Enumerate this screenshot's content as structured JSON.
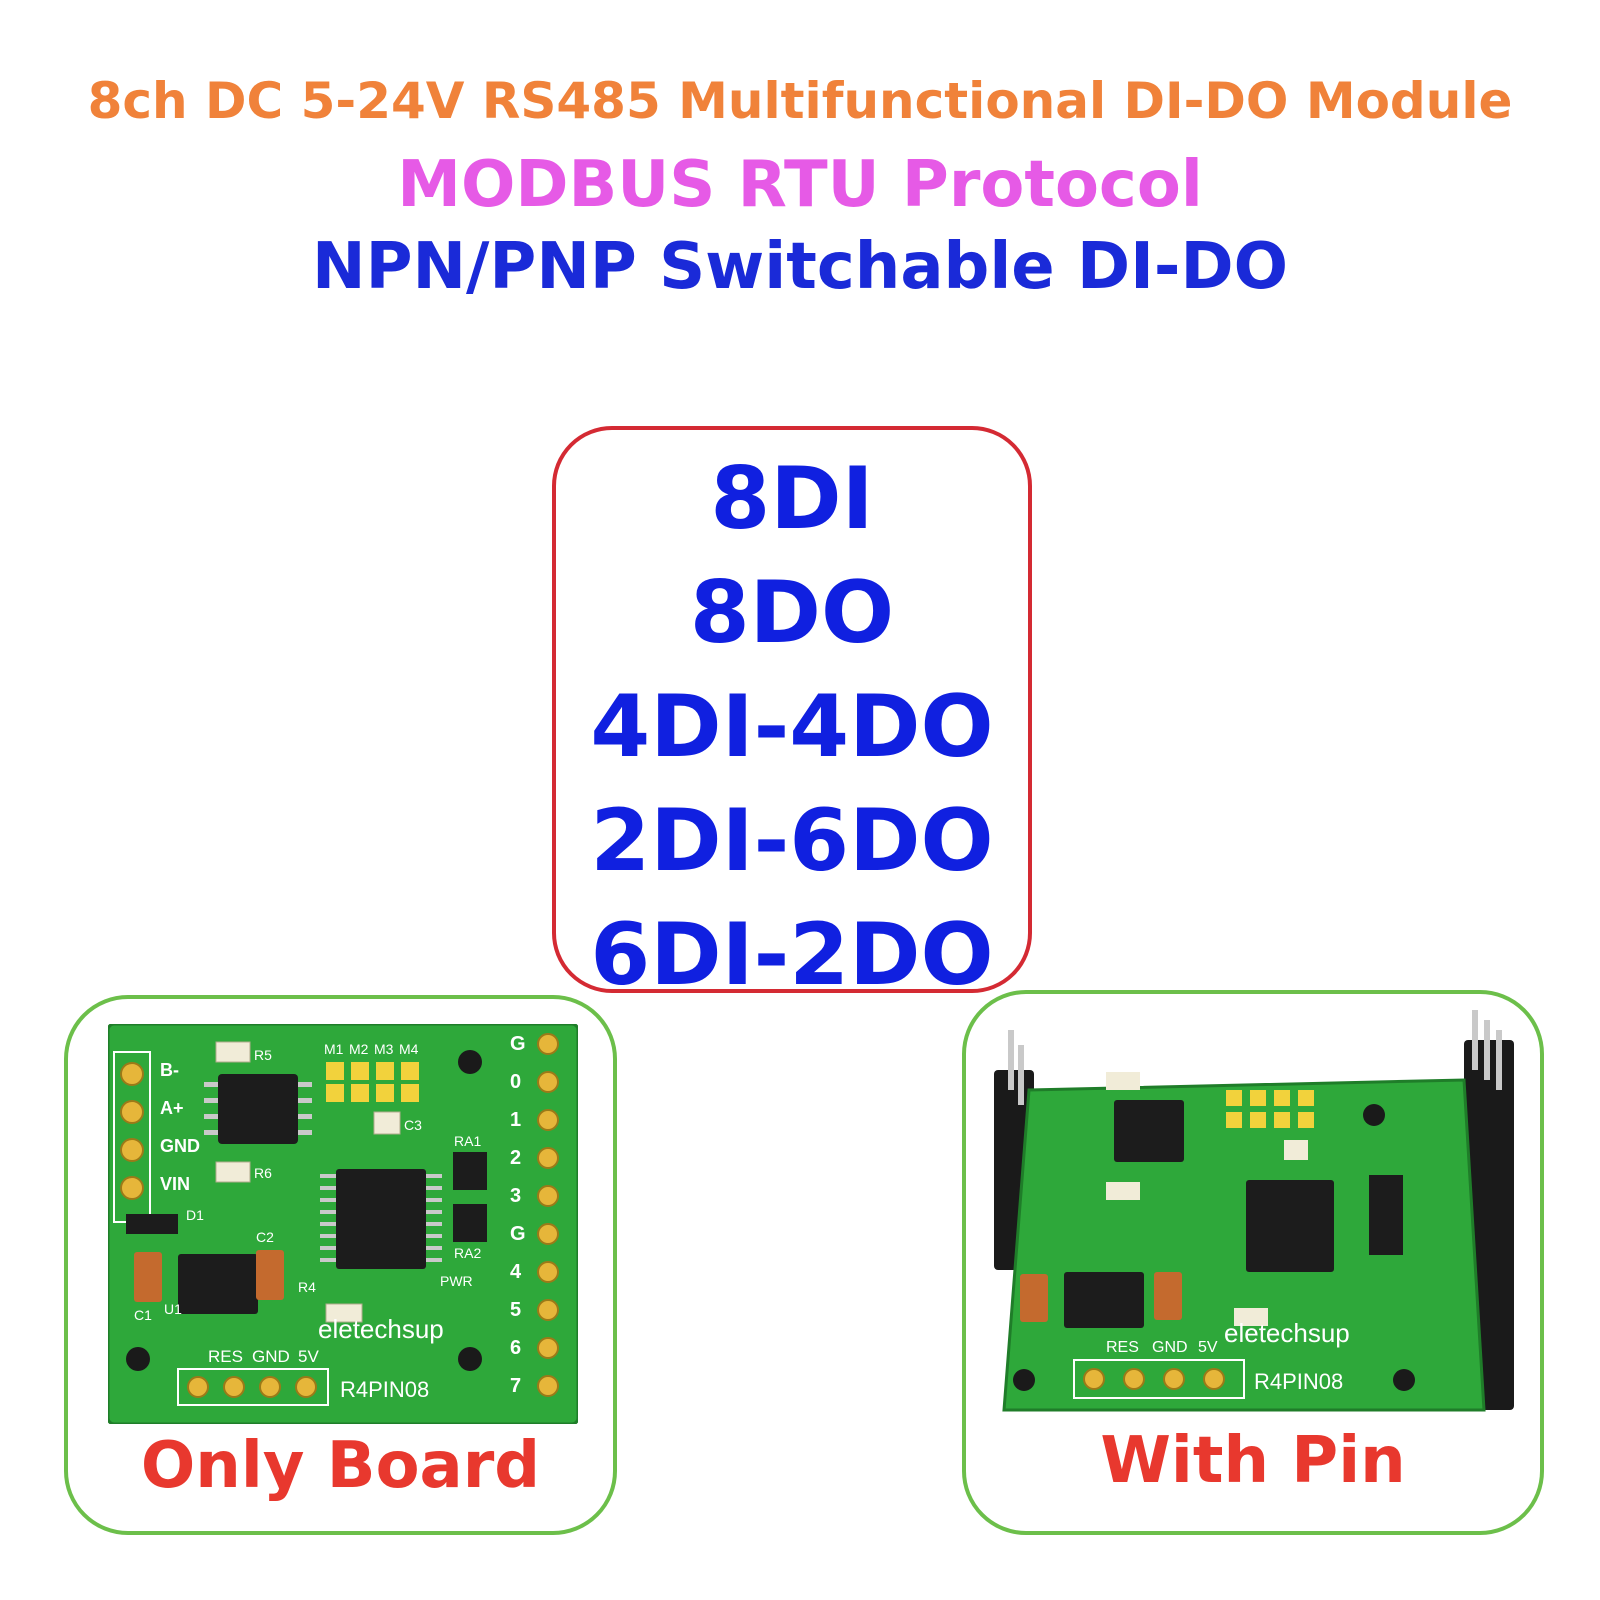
{
  "header": {
    "line1": "8ch DC 5-24V RS485 Multifunctional DI-DO Module",
    "line2": "MODBUS RTU Protocol",
    "line3": "NPN/PNP Switchable DI-DO"
  },
  "modes": [
    "8DI",
    "8DO",
    "4DI-4DO",
    "2DI-6DO",
    "6DI-2DO"
  ],
  "board": {
    "brand": "eletechsup",
    "model": "R4PIN08",
    "power_pins": [
      "RES",
      "GND",
      "5V"
    ],
    "bus_pins": [
      "B-",
      "A+",
      "GND",
      "VIN"
    ],
    "io_pins": [
      "G",
      "0",
      "1",
      "2",
      "3",
      "G",
      "4",
      "5",
      "6",
      "7"
    ],
    "mode_pads": [
      "M1",
      "M2",
      "M3",
      "M4"
    ],
    "parts": [
      "R5",
      "R6",
      "R4",
      "C1",
      "C2",
      "C3",
      "D1",
      "U1",
      "RA1",
      "RA2",
      "PWR"
    ]
  },
  "cards": [
    {
      "caption": "Only Board"
    },
    {
      "caption": "With Pin"
    }
  ],
  "colors": {
    "line1": "#f0823a",
    "line2": "#e65ae6",
    "line3": "#1a2ad8",
    "modes": "#1020e0",
    "mode_frame": "#d42a33",
    "card_frame": "#6cbf4a",
    "caption": "#e8382e",
    "pcb": "#2ea83a"
  }
}
